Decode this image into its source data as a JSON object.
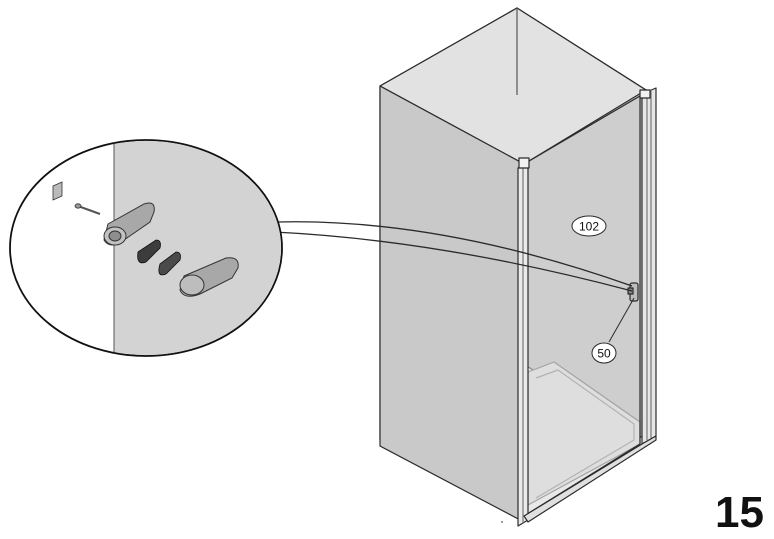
{
  "step": {
    "number": "15"
  },
  "callouts": {
    "door_panel": "102",
    "handle_set": "50"
  },
  "colors": {
    "panel_fill": "#cfcfcf",
    "panel_dark": "#bdbdbd",
    "panel_light": "#e4e4e4",
    "line": "#2b2b2b",
    "profile": "#e8e8e8",
    "handle": "#a9a9a9",
    "washer": "#3c3c3c"
  }
}
